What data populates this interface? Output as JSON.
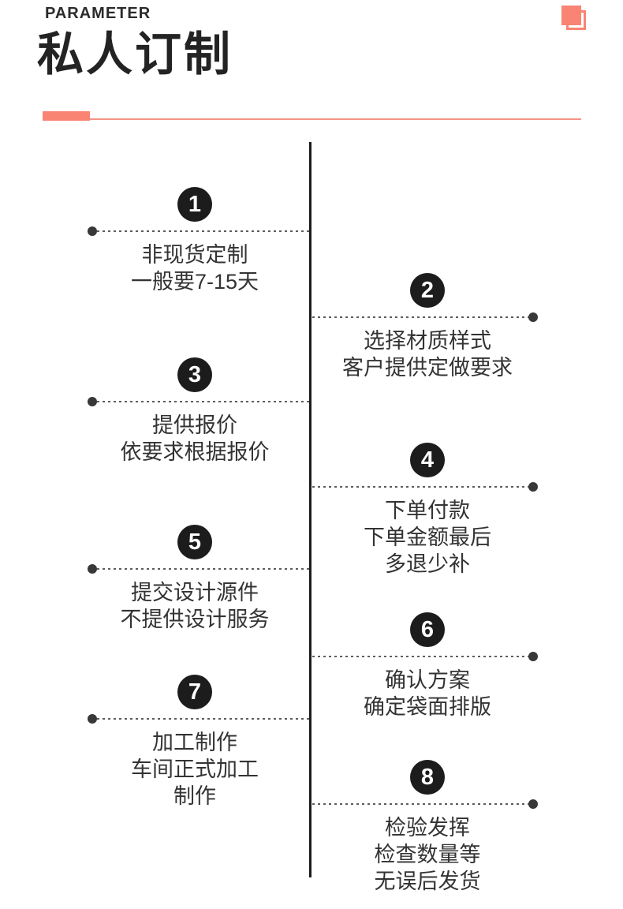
{
  "header": {
    "eyebrow": "PARAMETER",
    "title": "私人订制",
    "corner_icon": "overlapping-squares-icon",
    "accent_color": "#f98473"
  },
  "timeline": {
    "axis_color": "#1c1c1c",
    "badge_color": "#1c1c1c",
    "text_color": "#333333",
    "steps": [
      {
        "number": "1",
        "side": "left",
        "lines": [
          "非现货定制",
          "一般要7-15天"
        ]
      },
      {
        "number": "2",
        "side": "right",
        "lines": [
          "选择材质样式",
          "客户提供定做要求"
        ]
      },
      {
        "number": "3",
        "side": "left",
        "lines": [
          "提供报价",
          "依要求根据报价"
        ]
      },
      {
        "number": "4",
        "side": "right",
        "lines": [
          "下单付款",
          "下单金额最后",
          "多退少补"
        ]
      },
      {
        "number": "5",
        "side": "left",
        "lines": [
          "提交设计源件",
          "不提供设计服务"
        ]
      },
      {
        "number": "6",
        "side": "right",
        "lines": [
          "确认方案",
          "确定袋面排版"
        ]
      },
      {
        "number": "7",
        "side": "left",
        "lines": [
          "加工制作",
          "车间正式加工",
          "制作"
        ]
      },
      {
        "number": "8",
        "side": "right",
        "lines": [
          "检验发挥",
          "检查数量等",
          "无误后发货"
        ]
      }
    ]
  }
}
